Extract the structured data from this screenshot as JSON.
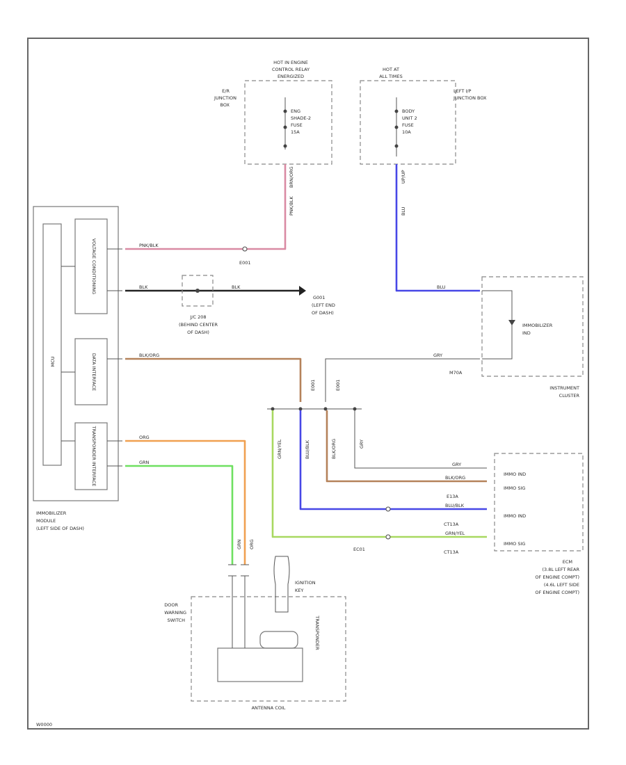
{
  "frame": {
    "code": "W0000"
  },
  "fuse_boxes": {
    "hot_in_engine": {
      "header": [
        "HOT IN ENGINE",
        "CONTROL RELAY",
        "ENERGIZED"
      ],
      "side_label": [
        "E/R",
        "JUNCTION",
        "BOX"
      ],
      "fuse": [
        "ENG",
        "SHADE-2",
        "FUSE",
        "15A"
      ]
    },
    "hot_at_all_times": {
      "header": [
        "HOT AT",
        "ALL TIMES"
      ],
      "side_label": [
        "LEFT I/P",
        "JUNCTION BOX"
      ],
      "fuse": [
        "BODY",
        "UNIT 2",
        "FUSE",
        "10A"
      ]
    }
  },
  "immobilizer_module": {
    "internal_blocks": [
      "VOLTAGE CONDITIONING",
      "DATA INTERFACE",
      "TRANSPONDER INTERFACE"
    ],
    "mcu_label": "MCU",
    "name": [
      "IMMOBILIZER",
      "MODULE",
      "(LEFT SIDE OF DASH)"
    ]
  },
  "wires": {
    "pnk_blk": "PNK/BLK",
    "blk_1": "BLK",
    "blk_2": "BLK",
    "blu_org": "BLK/ORG",
    "org": "ORG",
    "grn": "GRN",
    "brn_vert": "PNK/BLK",
    "brn_vert2": "BRN/ORG",
    "blu_vert": "BLU",
    "blu_vert2": "UP/UP",
    "blu_horiz": "BLU",
    "gry": "GRY",
    "gry_vert": "GRY",
    "grn_vert": "GRN/YEL",
    "blu_vert3": "BLU/BLK",
    "brn_vert3": "BLK/ORG",
    "gry_horiz2": "GRY",
    "blk_org2": "BLK/ORG",
    "blu_blk": "BLU/BLK",
    "grn_yel": "GRN/YEL",
    "org_vert": "ORG",
    "grn_vert2": "GRN"
  },
  "connectors": {
    "e001": "E001",
    "jc": [
      "J/C 208",
      "(BEHIND CENTER",
      "OF DASH)"
    ],
    "g001": [
      "G001",
      "(LEFT END",
      "OF DASH)"
    ],
    "m70a": "M70A",
    "e001b": "E001",
    "e001c": "E001",
    "e13a": "E13A",
    "ct13a": "CT13A",
    "ct13a2": "CT13A",
    "ec01": "EC01"
  },
  "instrument_cluster": {
    "indicator": [
      "IMMOBILIZER",
      "IND"
    ],
    "name": [
      "INSTRUMENT",
      "CLUSTER"
    ]
  },
  "ecm": {
    "pins": [
      "IMMO IND",
      "IMMO SIG",
      "IMMO IND",
      "IMMO SIG"
    ],
    "name": [
      "ECM",
      "(3.8L LEFT REAR",
      "OF ENGINE COMPT)",
      "(4.6L LEFT SIDE",
      "OF ENGINE COMPT)"
    ]
  },
  "antenna": {
    "door_switch": [
      "DOOR",
      "WARNING",
      "SWITCH"
    ],
    "ignition_key": [
      "IGNITION",
      "KEY"
    ],
    "transponder": "TRANSPONDER",
    "coil": "ANTENNA COIL"
  },
  "colors": {
    "pink": "#d98aa3",
    "blue": "#4747e6",
    "black": "#222222",
    "brown": "#b5825a",
    "orange": "#f0a050",
    "green": "#6ee060",
    "yellowgreen": "#a8d860",
    "gray": "#9a9a9a",
    "frame": "#666666"
  }
}
